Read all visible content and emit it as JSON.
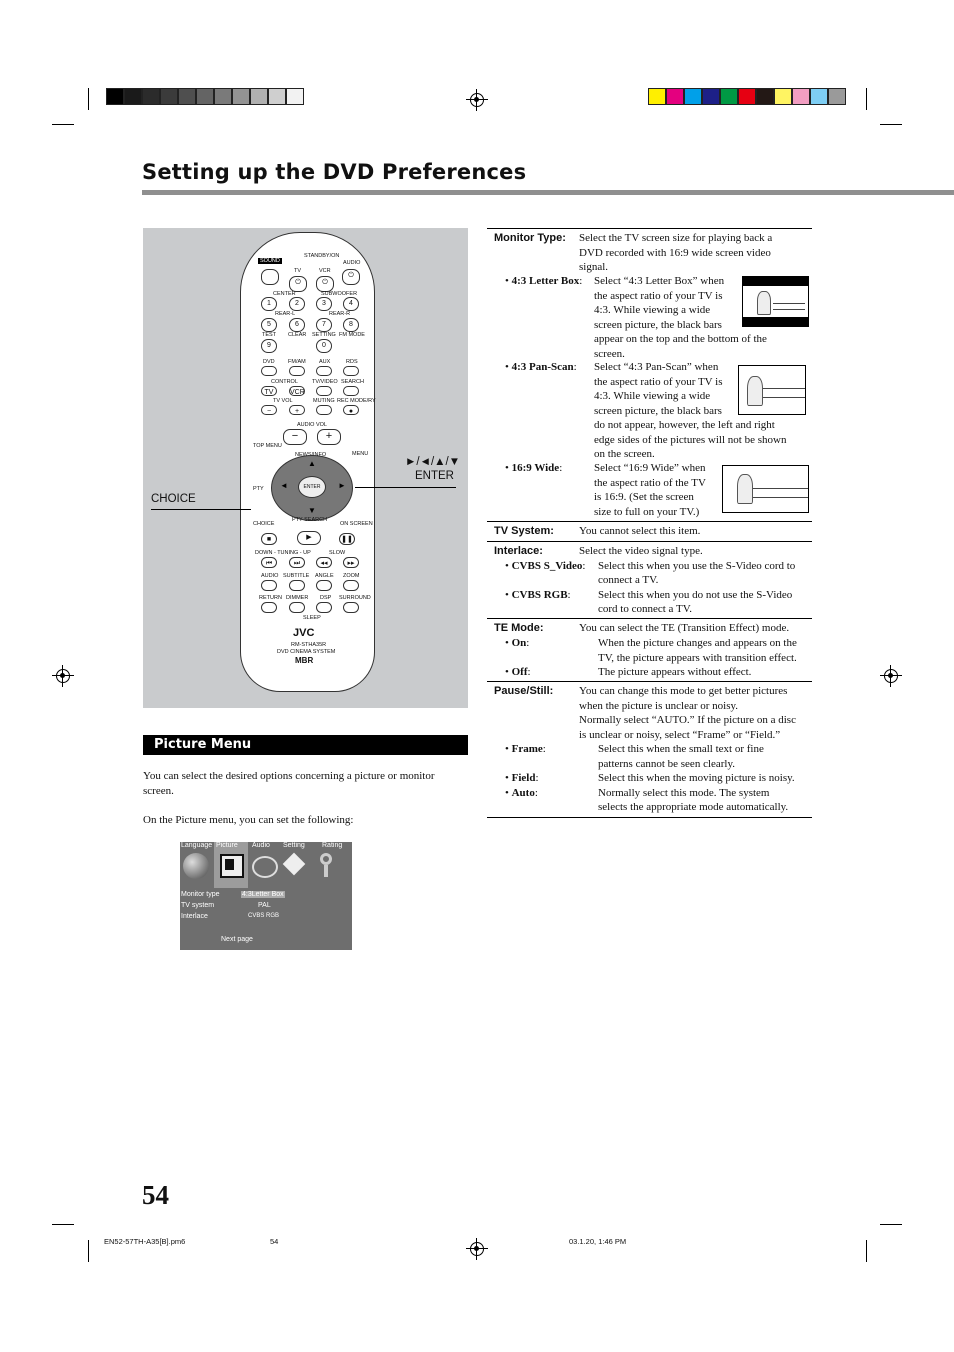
{
  "page": {
    "title": "Setting up the DVD Preferences",
    "number": "54"
  },
  "colors": {
    "title_rule": "#8f8f8f",
    "remote_panel": "#c9cbcd",
    "heading_bar": "#000000",
    "grey_bar": [
      "#000000",
      "#1a1a1a",
      "#2b2b2b",
      "#3b3b3b",
      "#4f4f4f",
      "#646464",
      "#7a7a7a",
      "#939393",
      "#b0b0b0",
      "#cfcfcf",
      "#f2f2f2"
    ],
    "color_bar": [
      "#ffef00",
      "#e4007f",
      "#00a0e9",
      "#1d2088",
      "#009944",
      "#e60012",
      "#231815",
      "#fff462",
      "#f29ec2",
      "#7ecef4",
      "#9a9a9a"
    ]
  },
  "remote": {
    "callouts": {
      "choice": "CHOICE",
      "arrows": "►/◄/▲/▼",
      "enter": "ENTER"
    },
    "labels": {
      "standby": "STANDBY/ON",
      "sound": "SOUND",
      "tv": "TV",
      "vcr": "VCR",
      "audio": "AUDIO",
      "center": "CENTER",
      "subwoofer": "SUBWOOFER",
      "rear_l": "REAR-L",
      "rear_r": "REAR-R",
      "test": "TEST",
      "clear": "CLEAR",
      "setting": "SETTING",
      "fm_mode": "FM MODE",
      "dvd": "DVD",
      "fm_am": "FM/AM",
      "aux": "AUX",
      "rds": "RDS",
      "control": "CONTROL",
      "tv_video": "TV/VIDEO",
      "search": "SEARCH",
      "tv_vol": "TV VOL",
      "muting": "MUTING",
      "rec_mode": "REC MODE/RY",
      "audio_vol": "AUDIO VOL",
      "top_menu": "TOP MENU",
      "news_info": "NEWS/INFO",
      "menu": "MENU",
      "pty": "PTY",
      "enter": "ENTER",
      "choice": "CHOICE",
      "pty_search": "PTY SEARCH",
      "on_screen": "ON SCREEN",
      "tuning": "DOWN - TUNING - UP",
      "slow": "SLOW",
      "subtitle": "SUBTITLE",
      "angle": "ANGLE",
      "zoom": "ZOOM",
      "return": "RETURN",
      "dimmer": "DIMMER",
      "dsp": "DSP",
      "surround": "SURROUND",
      "sleep": "SLEEP",
      "brand": "JVC",
      "model": "RM-STHA35R",
      "system": "DVD CINEMA SYSTEM",
      "mbr": "MBR",
      "keys": [
        "1",
        "2",
        "3",
        "4",
        "5",
        "6",
        "7",
        "8",
        "9",
        "0"
      ]
    }
  },
  "picture_menu": {
    "heading": "Picture Menu",
    "intro": "You can select the desired options concerning a picture or monitor screen.",
    "intro_line1": "You can select the desired options concerning a picture or monitor",
    "intro_line2": "screen.",
    "lead": "On the Picture menu, you can set the following:",
    "osd": {
      "tabs": [
        "Language",
        "Picture",
        "Audio",
        "Setting",
        "Rating"
      ],
      "rows": [
        {
          "label": "Monitor type",
          "value": "4:3Letter Box"
        },
        {
          "label": "TV system",
          "value": "PAL"
        },
        {
          "label": "Interlace",
          "value": "CVBS RGB"
        }
      ],
      "footer": "Next page"
    }
  },
  "settings": {
    "monitor_type": {
      "name": "Monitor Type",
      "lines": [
        "Select the TV screen size for playing back a",
        "DVD recorded with 16:9 wide screen video",
        "signal."
      ],
      "options": [
        {
          "bullet": "•",
          "name": "4:3 Letter Box",
          "lines": [
            "Select “4:3 Letter Box” when",
            "the aspect ratio of your TV is",
            "4:3. While viewing a wide",
            "screen picture, the black bars",
            "appear on the top and the bottom of the",
            "screen."
          ]
        },
        {
          "bullet": "•",
          "name": "4:3 Pan-Scan",
          "lines": [
            "Select “4:3 Pan-Scan” when",
            "the aspect ratio of your TV is",
            "4:3. While viewing a wide",
            "screen picture, the black bars",
            "do not appear, however, the left and right",
            "edge sides of the pictures will not be shown",
            "on the screen."
          ]
        },
        {
          "bullet": "•",
          "name": "16:9 Wide",
          "lines": [
            "Select “16:9 Wide” when",
            "the aspect ratio of the TV",
            "is 16:9. (Set the screen",
            "size to full on your TV.)"
          ]
        }
      ]
    },
    "tv_system": {
      "name": "TV System",
      "text": "You cannot select this item."
    },
    "interlace": {
      "name": "Interlace",
      "text": "Select the video signal type.",
      "options": [
        {
          "bullet": "•",
          "name": "CVBS S_Video",
          "lines": [
            "Select this when you use the S-Video cord to",
            "connect a TV."
          ]
        },
        {
          "bullet": "•",
          "name": "CVBS RGB",
          "lines": [
            "Select this when you do not use the S-Video",
            "cord to connect a TV."
          ]
        }
      ]
    },
    "te_mode": {
      "name": "TE Mode",
      "text": "You can select the TE (Transition Effect) mode.",
      "options": [
        {
          "bullet": "•",
          "name": "On",
          "lines": [
            "When the picture changes and appears on the",
            "TV, the picture appears with transition effect."
          ]
        },
        {
          "bullet": "•",
          "name": "Off",
          "lines": [
            "The picture appears without effect."
          ]
        }
      ]
    },
    "pause_still": {
      "name": "Pause/Still",
      "lines": [
        "You can change this mode to get better pictures",
        "when the picture is unclear or noisy.",
        "Normally select “AUTO.” If the picture on a disc",
        "is unclear or noisy, select “Frame” or “Field.”"
      ],
      "options": [
        {
          "bullet": "•",
          "name": "Frame",
          "lines": [
            "Select this when the small text or fine",
            "patterns cannot be seen clearly."
          ]
        },
        {
          "bullet": "•",
          "name": "Field",
          "lines": [
            "Select this when the moving picture is noisy."
          ]
        },
        {
          "bullet": "•",
          "name": "Auto",
          "lines": [
            "Normally select this mode. The system",
            "selects the appropriate mode automatically."
          ]
        }
      ]
    }
  },
  "footer": {
    "file": "EN52-57TH-A35[B].pm6",
    "page": "54",
    "date": "03.1.20, 1:46 PM"
  }
}
